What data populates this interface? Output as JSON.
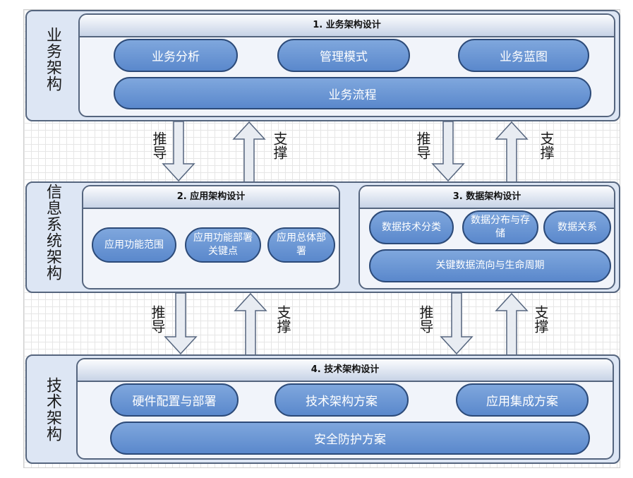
{
  "layers": {
    "business": {
      "label": "业务架构",
      "panel_title": "1. 业务架构设计",
      "items": [
        "业务分析",
        "管理模式",
        "业务蓝图",
        "业务流程"
      ]
    },
    "information": {
      "label": "信息系统架构",
      "app_panel_title": "2. 应用架构设计",
      "app_items": [
        "应用功能范围",
        "应用功能部署关键点",
        "应用总体部署"
      ],
      "data_panel_title": "3. 数据架构设计",
      "data_items": [
        "数据技术分类",
        "数据分布与存储",
        "数据关系",
        "关键数据流向与生命周期"
      ]
    },
    "technology": {
      "label": "技术架构",
      "panel_title": "4. 技术架构设计",
      "items": [
        "硬件配置与部署",
        "技术架构方案",
        "应用集成方案",
        "安全防护方案"
      ]
    }
  },
  "arrows": {
    "derive": "推导",
    "support": "支撑"
  },
  "colors": {
    "pill_fill": "#6b97d6",
    "pill_border": "#2c4a78",
    "layer_fill": "#dde6f4",
    "outline": "#55657e",
    "arrow_fill": "#e8ecf2"
  }
}
